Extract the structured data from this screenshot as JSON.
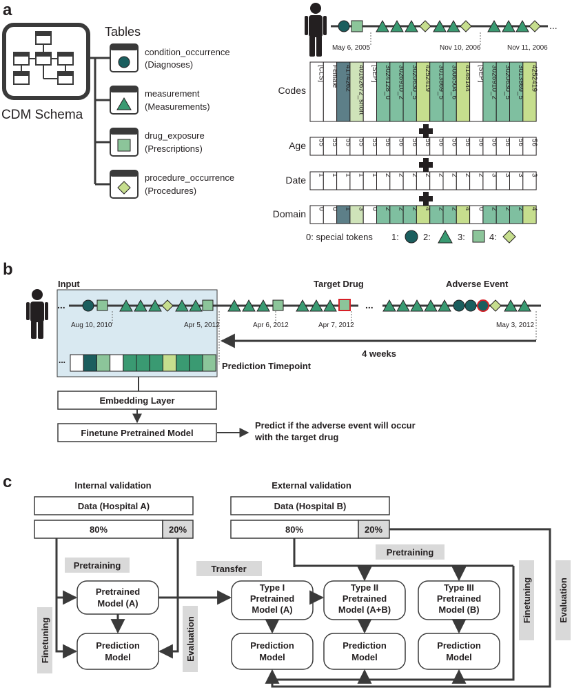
{
  "panel_a": {
    "label": "a",
    "schema": {
      "title": "CDM Schema",
      "tables_label": "Tables"
    },
    "tables": [
      {
        "name": "condition_occurrence",
        "desc": "(Diagnoses)",
        "icon": "circle"
      },
      {
        "name": "measurement",
        "desc": "(Measurements)",
        "icon": "triangle"
      },
      {
        "name": "drug_exposure",
        "desc": "(Prescriptions)",
        "icon": "square"
      },
      {
        "name": "procedure_occurrence",
        "desc": "(Procedures)",
        "icon": "diamond"
      }
    ],
    "timeline_dates": [
      "May 6, 2005",
      "Nov 10, 2006",
      "Nov 11, 2006"
    ],
    "timeline_ellipsis": "...",
    "row_labels": {
      "codes": "Codes",
      "age": "Age",
      "date": "Date",
      "domain": "Domain"
    },
    "codes": [
      "[CLS]",
      "Female",
      "4174262",
      "40162672_short",
      "[SEP]",
      "3024128_0",
      "3026910_2",
      "3020630_5",
      "4252419",
      "3013869_5",
      "3006504_6",
      "4148144",
      "[SEP]",
      "3026910_2",
      "3020630_5",
      "3013869_5",
      "4252419"
    ],
    "ages": [
      "55",
      "55",
      "55",
      "55",
      "55",
      "56",
      "56",
      "56",
      "56",
      "56",
      "56",
      "56",
      "56",
      "56",
      "56",
      "56",
      "56"
    ],
    "dates": [
      "1",
      "1",
      "1",
      "1",
      "1",
      "2",
      "2",
      "2",
      "2",
      "2",
      "2",
      "2",
      "2",
      "3",
      "3",
      "3",
      "3"
    ],
    "domains": [
      "0",
      "0",
      "1",
      "3",
      "0",
      "2",
      "2",
      "2",
      "4",
      "2",
      "2",
      "4",
      "0",
      "2",
      "2",
      "2",
      "4"
    ],
    "legend": {
      "prefix": "0: special tokens",
      "k1": "1:",
      "k2": "2:",
      "k3": "3:",
      "k4": "4:"
    }
  },
  "panel_b": {
    "label": "b",
    "input_label": "Input",
    "target_drug": "Target Drug",
    "adverse_event": "Adverse Event",
    "dates": [
      "Aug 10, 2010",
      "Apr 5, 2012",
      "Apr 6, 2012",
      "Apr 7, 2012",
      "May 3, 2012"
    ],
    "ellipsis": "...",
    "ellipsis_mid": "...",
    "seq_ellipsis": "...",
    "window": "4 weeks",
    "prediction_timepoint": "Prediction Timepoint",
    "embedding_layer": "Embedding Layer",
    "finetune": "Finetune Pretrained Model",
    "predict_line1": "Predict if the adverse event will occur",
    "predict_line2": "with the target drug"
  },
  "panel_c": {
    "label": "c",
    "internal": "Internal validation",
    "external": "External validation",
    "data_a": "Data (Hospital A)",
    "data_b": "Data (Hospital B)",
    "pct80_a": "80%",
    "pct20_a": "20%",
    "pct80_b": "80%",
    "pct20_b": "20%",
    "pretraining": "Pretraining",
    "pretraining_ext": "Pretraining",
    "transfer": "Transfer",
    "finetuning": "Finetuning",
    "evaluation": "Evaluation",
    "finetuning_ext": "Finetuning",
    "evaluation_ext": "Evaluation",
    "pretrained_a": [
      "Pretrained",
      "Model (A)"
    ],
    "type1": [
      "Type I",
      "Pretrained",
      "Model (A)"
    ],
    "type2": [
      "Type II",
      "Pretrained",
      "Model (A+B)"
    ],
    "type3": [
      "Type III",
      "Pretrained",
      "Model (B)"
    ],
    "prediction": [
      "Prediction",
      "Model"
    ]
  },
  "colors": {
    "teal_dark": "#1b5e5e",
    "green_mid": "#3a9a72",
    "green_light": "#8cc59a",
    "lime": "#c6de8e",
    "slate": "#5d7f88",
    "input_bg": "#d9e9f1",
    "red": "#d62027",
    "grey_label": "#d9d9d9"
  }
}
